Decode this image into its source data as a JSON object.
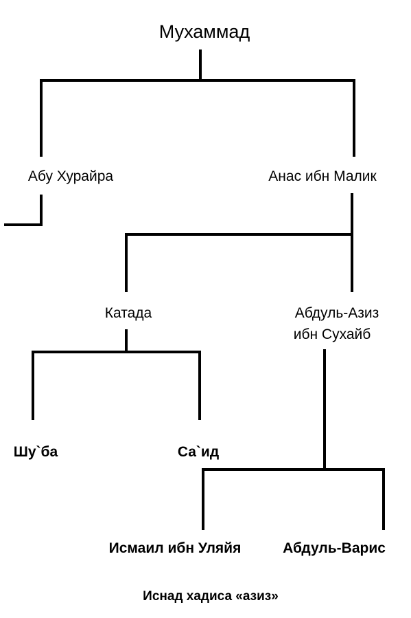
{
  "title": "Мухаммад",
  "nodes": {
    "abu_hurayra": "Абу Хурайра",
    "anas": "Анас ибн Малик",
    "qatada": "Катада",
    "abdul_aziz_line1": "Абдуль-Азиз",
    "abdul_aziz_line2": "ибн Сухайб",
    "shuba": "Шу`ба",
    "said": "Са`ид",
    "ismail": "Исмаил ибн Уляйя",
    "abdul_waris": "Абдуль-Варис"
  },
  "caption": "Иснад хадиса «азиз»",
  "colors": {
    "line": "#000000",
    "text": "#000000",
    "background": "#ffffff"
  }
}
